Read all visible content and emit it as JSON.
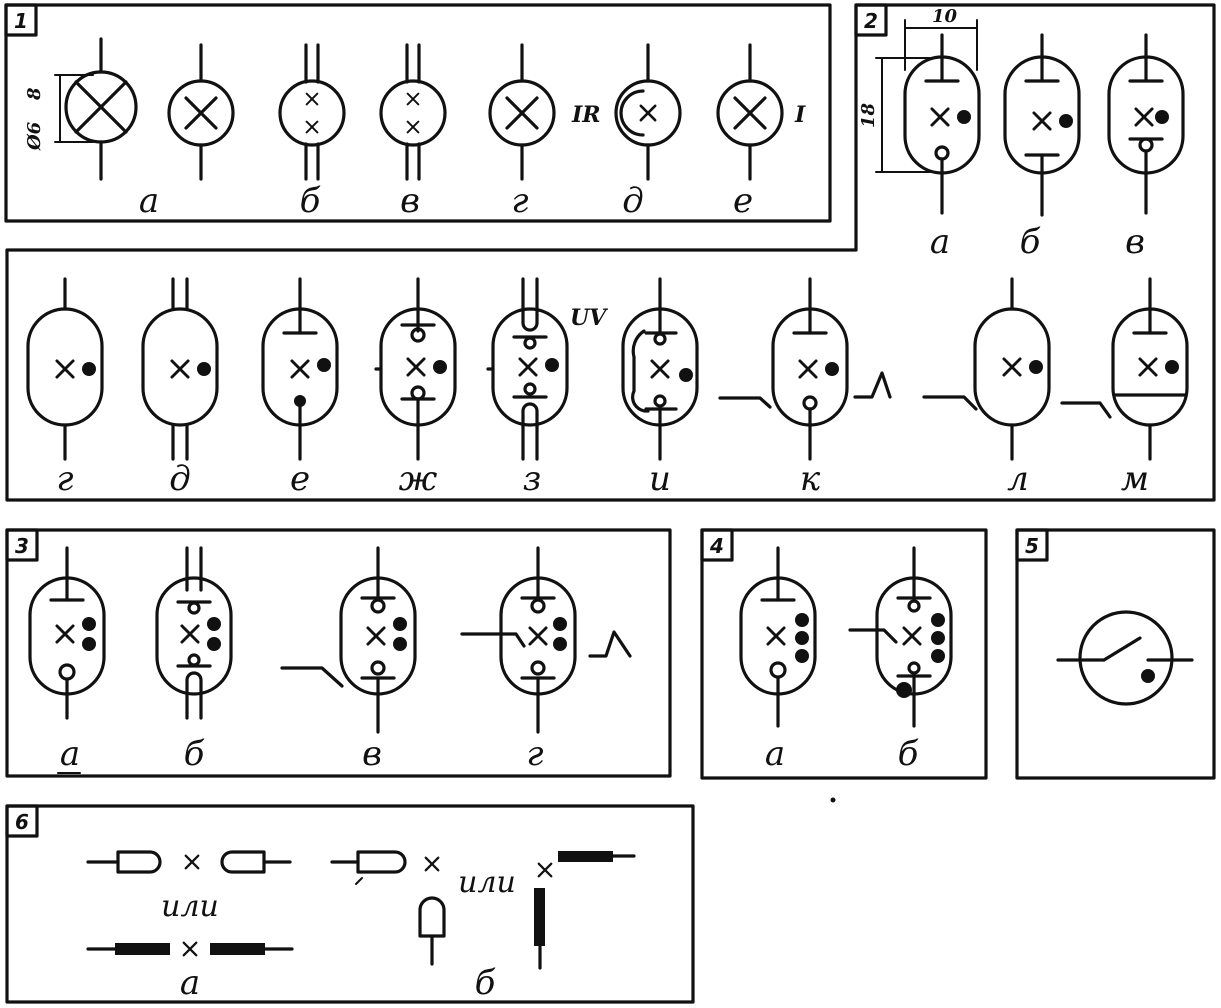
{
  "panels": {
    "p1": {
      "number": "1",
      "labels": [
        "а",
        "б",
        "в",
        "г",
        "д",
        "е"
      ],
      "annot_g": "IR",
      "annot_e": "I",
      "dim_outer": "Ø6",
      "dim_inner": "8"
    },
    "p2": {
      "number": "2",
      "labels_top": [
        "а",
        "б",
        "в"
      ],
      "labels_bottom": [
        "г",
        "д",
        "е",
        "ж",
        "з",
        "и",
        "к",
        "л",
        "м"
      ],
      "annot_z": "UV",
      "dim_width": "10",
      "dim_height": "18"
    },
    "p3": {
      "number": "3",
      "labels": [
        "а",
        "б",
        "в",
        "г"
      ]
    },
    "p4": {
      "number": "4",
      "labels": [
        "а",
        "б"
      ]
    },
    "p5": {
      "number": "5"
    },
    "p6": {
      "number": "6",
      "or_word": "или",
      "labels": [
        "а",
        "б"
      ]
    }
  }
}
